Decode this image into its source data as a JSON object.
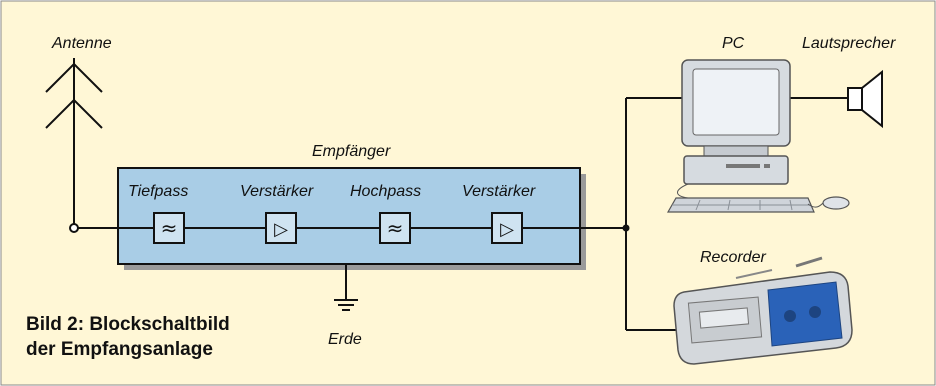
{
  "colors": {
    "background": "#fff7d6",
    "receiver_box": "#a9cde6",
    "block_fill": "#cfe3f1",
    "line": "#111111"
  },
  "labels": {
    "antenna": "Antenne",
    "receiver": "Empfänger",
    "lowpass": "Tiefpass",
    "amplifier1": "Verstärker",
    "highpass": "Hochpass",
    "amplifier2": "Verstärker",
    "earth": "Erde",
    "pc": "PC",
    "speaker": "Lautsprecher",
    "recorder": "Recorder"
  },
  "caption": {
    "line1": "Bild 2: Blockschaltbild",
    "line2": "der Empfangsanlage"
  },
  "symbols": {
    "filter": "≈",
    "amplifier": "▷"
  }
}
